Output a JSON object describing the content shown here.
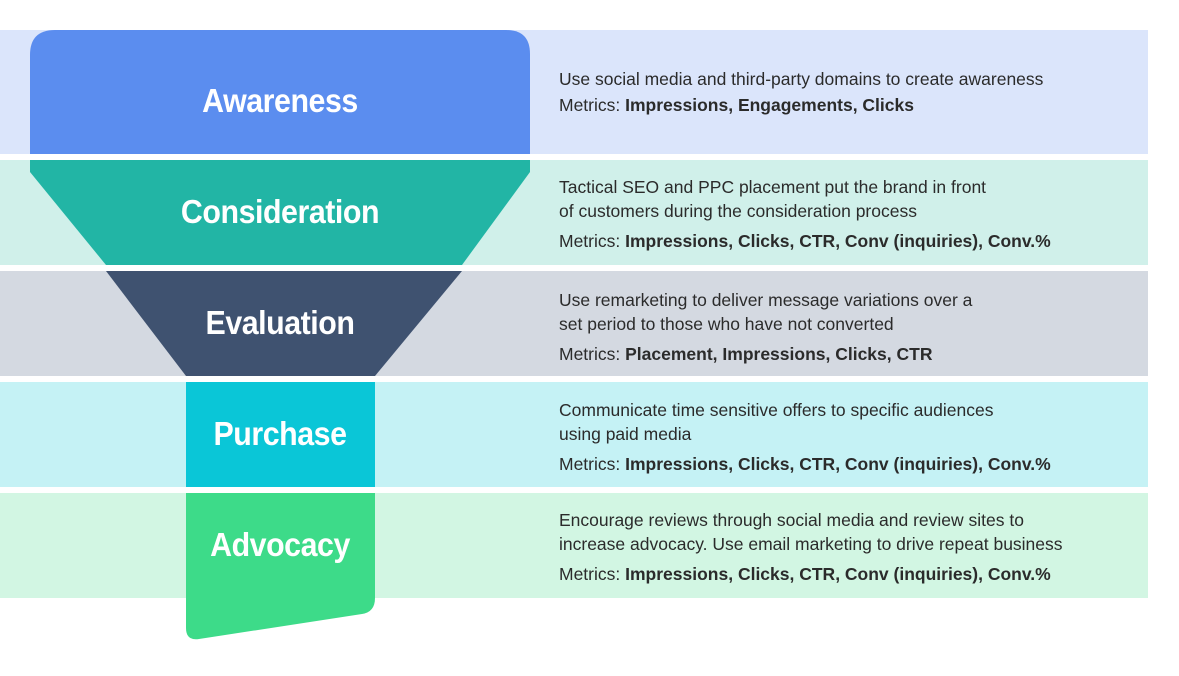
{
  "colors": {
    "awareness_shape": "#5b8def",
    "awareness_row": "#dbe5fb",
    "consideration_shape": "#22b5a5",
    "consideration_row": "#d0f0ea",
    "evaluation_shape": "#3f5270",
    "evaluation_row": "#d4d9e1",
    "purchase_shape": "#0ac6d7",
    "purchase_row": "#c5f2f5",
    "advocacy_shape": "#3ddb89",
    "advocacy_row": "#d2f6e3"
  },
  "stages": [
    {
      "id": "awareness",
      "label": "Awareness",
      "description": [
        "Use social media and third-party domains to create awareness"
      ],
      "metrics_label": "Metrics:",
      "metrics_values": "Impressions, Engagements, Clicks"
    },
    {
      "id": "consideration",
      "label": "Consideration",
      "description": [
        "Tactical SEO and PPC placement put the brand in front",
        "of customers during the consideration process"
      ],
      "metrics_label": "Metrics:",
      "metrics_values": "Impressions, Clicks, CTR, Conv (inquiries), Conv.%"
    },
    {
      "id": "evaluation",
      "label": "Evaluation",
      "description": [
        "Use remarketing to deliver message variations over a",
        "set period to those who have not converted"
      ],
      "metrics_label": "Metrics:",
      "metrics_values": "Placement, Impressions, Clicks, CTR"
    },
    {
      "id": "purchase",
      "label": "Purchase",
      "description": [
        "Communicate time sensitive offers to specific audiences",
        "using paid media"
      ],
      "metrics_label": "Metrics:",
      "metrics_values": "Impressions, Clicks, CTR, Conv (inquiries), Conv.%"
    },
    {
      "id": "advocacy",
      "label": "Advocacy",
      "description": [
        "Encourage reviews through social media and review sites to",
        "increase advocacy. Use email marketing to drive repeat business"
      ],
      "metrics_label": "Metrics:",
      "metrics_values": "Impressions, Clicks, CTR, Conv (inquiries), Conv.%"
    }
  ]
}
